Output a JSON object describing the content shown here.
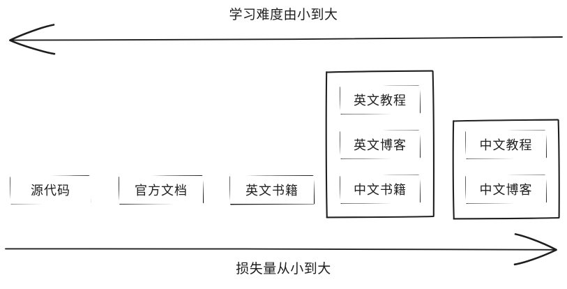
{
  "diagram": {
    "top_axis": {
      "label": "学习难度由小到大",
      "direction": "left",
      "arrow_icon": "arrow-left-icon"
    },
    "bottom_axis": {
      "label": "损失量从小到大",
      "direction": "right",
      "arrow_icon": "arrow-right-icon"
    },
    "colors": {
      "stroke": "#1e1e1e",
      "background": "#ffffff",
      "text": "#1e1e1e"
    },
    "columns": [
      {
        "id": "column-1",
        "grouped": false,
        "items": [
          {
            "label": "源代码"
          }
        ]
      },
      {
        "id": "column-2",
        "grouped": false,
        "items": [
          {
            "label": "官方文档"
          }
        ]
      },
      {
        "id": "column-3",
        "grouped": false,
        "items": [
          {
            "label": "英文书籍"
          }
        ]
      },
      {
        "id": "column-4",
        "grouped": true,
        "items": [
          {
            "label": "英文教程"
          },
          {
            "label": "英文博客"
          },
          {
            "label": "中文书籍"
          }
        ]
      },
      {
        "id": "column-5",
        "grouped": true,
        "items": [
          {
            "label": "中文教程"
          },
          {
            "label": "中文博客"
          }
        ]
      }
    ]
  }
}
